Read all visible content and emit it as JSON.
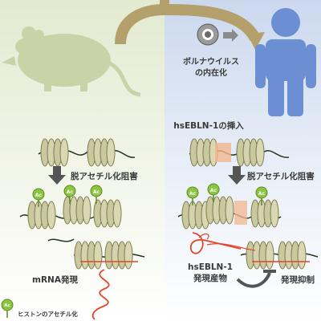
{
  "labels": {
    "virus_integration_line1": "ボルナウイルス",
    "virus_integration_line2": "の内在化",
    "insertion": "hsEBLN-1の挿入",
    "deacetylation_left": "脱アセチル化阻害",
    "deacetylation_right": "脱アセチル化阻害",
    "mrna_expression": "mRNA発現",
    "product_line1": "hsEBLN-1",
    "product_line2": "発現産物",
    "suppression": "発現抑制",
    "legend_ac": "Ac",
    "legend_text": "ヒストンのアセチル化"
  },
  "acetyl_marks": [
    "Ac",
    "Ac",
    "Ac",
    "Ac",
    "Ac",
    "Ac"
  ],
  "colors": {
    "left_bg": "#e6edd6",
    "right_bg": "#d3def0",
    "arc": "#b3a06a",
    "mouse": "#c7d3a6",
    "human": "#6b8ed0",
    "nucleosome": "#c8c79d",
    "nucleosome_dark": "#8f8e5c",
    "dna": "#1f3a17",
    "insert": "#e89a6a",
    "mrna": "#e0462b",
    "ac_green": "#8cc63f",
    "arrow": "#555555"
  }
}
